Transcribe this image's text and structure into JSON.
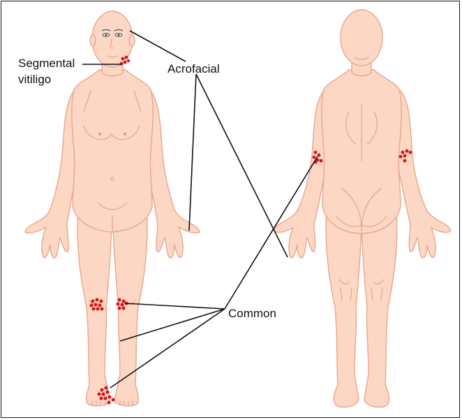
{
  "labels": {
    "segmental_line1": "Segmental",
    "segmental_line2": "vitiligo",
    "acrofacial": "Acrofacial",
    "common": "Common"
  },
  "colors": {
    "skin": "#fcd7c4",
    "outline": "#e8a68c",
    "lesion": "#d4151b",
    "leader_line": "#111111",
    "border": "#1a1a1a"
  },
  "figures": [
    "front-view-body",
    "back-view-body"
  ]
}
